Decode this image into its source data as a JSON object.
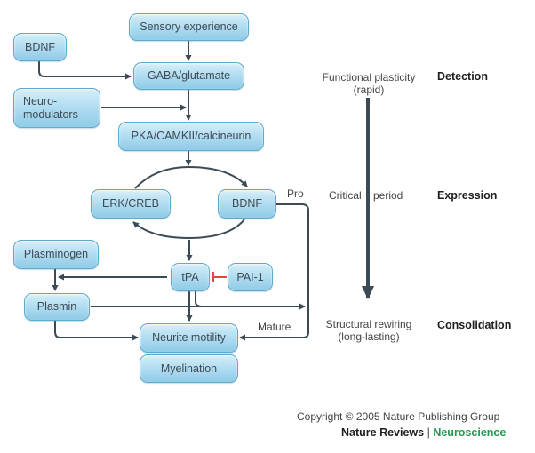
{
  "figure": {
    "nodes": {
      "sensory_experience": "Sensory experience",
      "bdnf_top": "BDNF",
      "gaba_glutamate": "GABA/glutamate",
      "neuromodulators_line1": "Neuro-",
      "neuromodulators_line2": "modulators",
      "pka_camkii_calcineurin": "PKA/CAMKII/calcineurin",
      "erk_creb": "ERK/CREB",
      "bdnf_loop": "BDNF",
      "plasminogen": "Plasminogen",
      "tpa": "tPA",
      "pai1": "PAI-1",
      "plasmin": "Plasmin",
      "neurite_motility": "Neurite motility",
      "myelination": "Myelination"
    },
    "edge_labels": {
      "pro": "Pro",
      "mature": "Mature"
    },
    "edges": [
      {
        "from": "Sensory experience",
        "to": "GABA/glutamate",
        "type": "activation"
      },
      {
        "from": "BDNF",
        "to": "GABA/glutamate",
        "type": "activation"
      },
      {
        "from": "GABA/glutamate",
        "to": "PKA/CAMKII/calcineurin",
        "type": "activation"
      },
      {
        "from": "Neuro-modulators",
        "to": "PKA/CAMKII/calcineurin",
        "type": "activation"
      },
      {
        "from": "PKA/CAMKII/calcineurin",
        "to": "ERK/CREB / BDNF loop",
        "type": "activation"
      },
      {
        "from": "ERK/CREB",
        "to": "BDNF",
        "type": "activation"
      },
      {
        "from": "BDNF",
        "to": "ERK/CREB",
        "type": "activation"
      },
      {
        "from": "loop",
        "to": "tPA",
        "type": "activation"
      },
      {
        "from": "PAI-1",
        "to": "tPA",
        "type": "inhibition"
      },
      {
        "from": "tPA",
        "to": "Plasminogen→Plasmin",
        "type": "activation"
      },
      {
        "from": "Plasminogen",
        "to": "Plasmin",
        "type": "activation"
      },
      {
        "from": "tPA",
        "to": "Neurite motility",
        "type": "activation"
      },
      {
        "from": "Plasmin",
        "to": "Neurite motility",
        "type": "activation"
      },
      {
        "from": "Plasmin",
        "to": "Structural rewiring",
        "type": "activation"
      },
      {
        "from": "BDNF",
        "to": "Neurite motility",
        "type": "activation",
        "label": "Pro → Mature"
      }
    ],
    "timeline": {
      "top_line1": "Functional plasticity",
      "top_line2": "(rapid)",
      "middle_left": "Critical",
      "middle_right": "period",
      "bottom_line1": "Structural rewiring",
      "bottom_line2": "(long-lasting)"
    },
    "stages": {
      "detection": "Detection",
      "expression": "Expression",
      "consolidation": "Consolidation"
    },
    "colors": {
      "arrow": "#3b4a55",
      "inhibition": "#e0483b",
      "box_border": "#5ea9cf",
      "box_fill": "#b3def2",
      "journal_green": "#1e9b4f"
    }
  },
  "footer": {
    "copyright": "Copyright © 2005 Nature Publishing Group",
    "journal_name": "Nature Reviews",
    "separator": "|",
    "journal_section": "Neuroscience"
  }
}
